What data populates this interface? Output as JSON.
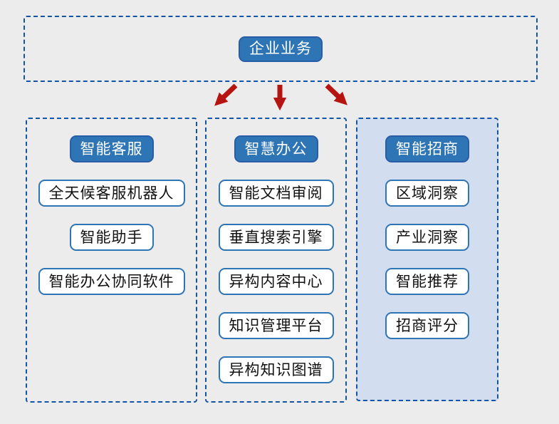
{
  "root": {
    "label": "企业业务"
  },
  "columns": [
    {
      "header": "智能客服",
      "items": [
        "全天候客服机器人",
        "智能助手",
        "智能办公协同软件"
      ]
    },
    {
      "header": "智慧办公",
      "items": [
        "智能文档审阅",
        "垂直搜索引擎",
        "异构内容中心",
        "知识管理平台",
        "异构知识图谱"
      ]
    },
    {
      "header": "智能招商",
      "items": [
        "区域洞察",
        "产业洞察",
        "智能推荐",
        "招商评分"
      ]
    }
  ],
  "colors": {
    "background": "#ececec",
    "dashed_border": "#1155a4",
    "header_fill": "#2e75b6",
    "header_border": "#2a5da8",
    "header_text": "#ffffff",
    "item_fill": "#ffffff",
    "item_border": "#2e75b6",
    "item_text": "#111111",
    "highlight_column_fill": "#d2ddef",
    "arrow": "#b51410"
  }
}
